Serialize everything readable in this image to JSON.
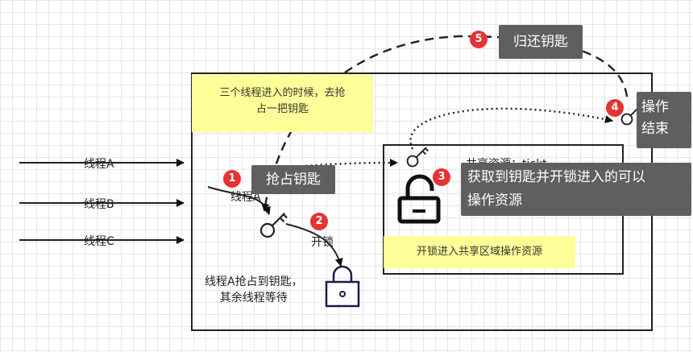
{
  "threads": [
    "线程A",
    "线程B",
    "线程C"
  ],
  "notes": {
    "top": "三个线程进入的时候，去抢\n占一把钥匙",
    "shared_area": "开锁进入共享区域操作资源"
  },
  "labels": {
    "thread_a_small": "线程A",
    "unlock": "开锁",
    "got_key_caption": "线程A抢占到钥匙，\n其余线程等待",
    "shared_resource": "共享资源：tickt",
    "hidden_fragment": "--;"
  },
  "steps": [
    {
      "number": "1",
      "text": "抢占钥匙"
    },
    {
      "number": "2",
      "text": ""
    },
    {
      "number": "3",
      "text": "获取到钥匙并开锁进入的可以\n操作资源"
    },
    {
      "number": "4",
      "text": "操作\n结束"
    },
    {
      "number": "5",
      "text": "归还钥匙"
    }
  ],
  "colors": {
    "badge": "#e53333",
    "note": "#ffff99",
    "dark_label": "#5f5f5f"
  }
}
